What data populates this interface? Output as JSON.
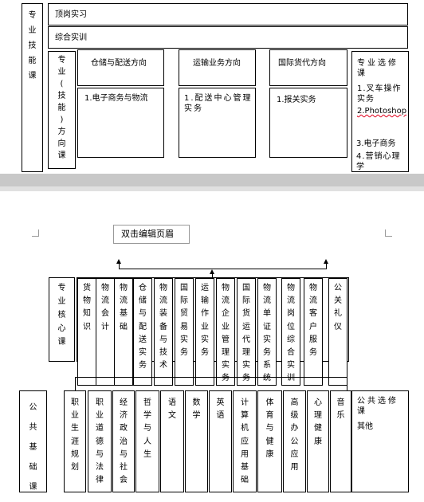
{
  "page1": {
    "outer_label": "专业技能课",
    "row1": "顶岗实习",
    "row2": "综合实训",
    "direction_label": "专业(技能)方向课",
    "directions": [
      {
        "title": "仓储与配送方向",
        "course": "1.电子商务与物流"
      },
      {
        "title": "运输业务方向",
        "course": "1.配送中心管理实务"
      },
      {
        "title": "国际货代方向",
        "course": "1.报关实务"
      }
    ],
    "elective_title": "专业选修课",
    "elective_items": [
      "1.叉车操作实务",
      "2.Photoshop",
      "3.电子商务",
      "4.营销心理学"
    ]
  },
  "page2": {
    "header_label": "双击编辑页眉",
    "core_label": "专业核心课",
    "core_courses": [
      "货物知识",
      "物流会计",
      "物流基础",
      "仓储与配送实务",
      "物流装备与技术",
      "国际贸易实务",
      "运输作业实务",
      "物流企业管理实务",
      "国际货运代理实务",
      "物流单证实务系统",
      "物流岗位综合实训",
      "物流客户服务",
      "公关礼仪"
    ],
    "public_label": "公共基础课",
    "public_courses": [
      "职业生涯规划",
      "职业道德与法律",
      "经济政治与社会",
      "哲学与人生",
      "语文",
      "数学",
      "英语",
      "计算机应用基础",
      "体育与健康",
      "高级办公应用",
      "心理健康",
      "音乐"
    ],
    "public_elective_title": "公共选修课",
    "public_elective_other": "其他"
  }
}
